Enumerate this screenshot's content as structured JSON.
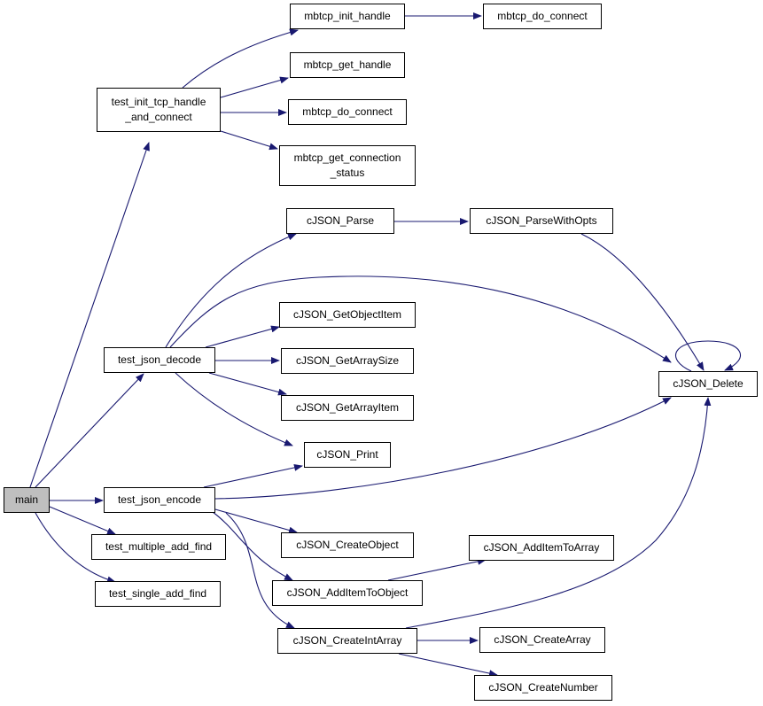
{
  "colors": {
    "edge": "#191970",
    "root_fill": "#bfbfbf",
    "node_fill": "#ffffff",
    "border": "#000000"
  },
  "nodes": [
    {
      "id": "main",
      "lines": [
        "main"
      ]
    },
    {
      "id": "test_init_tcp_handle_and_connect",
      "lines": [
        "test_init_tcp_handle",
        "_and_connect"
      ]
    },
    {
      "id": "mbtcp_init_handle",
      "lines": [
        "mbtcp_init_handle"
      ]
    },
    {
      "id": "mbtcp_do_connect_1",
      "lines": [
        "mbtcp_do_connect"
      ]
    },
    {
      "id": "mbtcp_get_handle",
      "lines": [
        "mbtcp_get_handle"
      ]
    },
    {
      "id": "mbtcp_do_connect_2",
      "lines": [
        "mbtcp_do_connect"
      ]
    },
    {
      "id": "mbtcp_get_connection_status",
      "lines": [
        "mbtcp_get_connection",
        "_status"
      ]
    },
    {
      "id": "cJSON_Parse",
      "lines": [
        "cJSON_Parse"
      ]
    },
    {
      "id": "cJSON_ParseWithOpts",
      "lines": [
        "cJSON_ParseWithOpts"
      ]
    },
    {
      "id": "cJSON_GetObjectItem",
      "lines": [
        "cJSON_GetObjectItem"
      ]
    },
    {
      "id": "test_json_decode",
      "lines": [
        "test_json_decode"
      ]
    },
    {
      "id": "cJSON_GetArraySize",
      "lines": [
        "cJSON_GetArraySize"
      ]
    },
    {
      "id": "cJSON_Delete",
      "lines": [
        "cJSON_Delete"
      ]
    },
    {
      "id": "cJSON_GetArrayItem",
      "lines": [
        "cJSON_GetArrayItem"
      ]
    },
    {
      "id": "cJSON_Print",
      "lines": [
        "cJSON_Print"
      ]
    },
    {
      "id": "test_json_encode",
      "lines": [
        "test_json_encode"
      ]
    },
    {
      "id": "cJSON_CreateObject",
      "lines": [
        "cJSON_CreateObject"
      ]
    },
    {
      "id": "test_multiple_add_find",
      "lines": [
        "test_multiple_add_find"
      ]
    },
    {
      "id": "cJSON_AddItemToArray",
      "lines": [
        "cJSON_AddItemToArray"
      ]
    },
    {
      "id": "cJSON_AddItemToObject",
      "lines": [
        "cJSON_AddItemToObject"
      ]
    },
    {
      "id": "test_single_add_find",
      "lines": [
        "test_single_add_find"
      ]
    },
    {
      "id": "cJSON_CreateIntArray",
      "lines": [
        "cJSON_CreateIntArray"
      ]
    },
    {
      "id": "cJSON_CreateArray",
      "lines": [
        "cJSON_CreateArray"
      ]
    },
    {
      "id": "cJSON_CreateNumber",
      "lines": [
        "cJSON_CreateNumber"
      ]
    }
  ],
  "edges": [
    {
      "from": "main",
      "to": "test_init_tcp_handle_and_connect"
    },
    {
      "from": "main",
      "to": "test_json_decode"
    },
    {
      "from": "main",
      "to": "test_json_encode"
    },
    {
      "from": "main",
      "to": "test_multiple_add_find"
    },
    {
      "from": "main",
      "to": "test_single_add_find"
    },
    {
      "from": "test_init_tcp_handle_and_connect",
      "to": "mbtcp_init_handle"
    },
    {
      "from": "test_init_tcp_handle_and_connect",
      "to": "mbtcp_get_handle"
    },
    {
      "from": "test_init_tcp_handle_and_connect",
      "to": "mbtcp_do_connect_2"
    },
    {
      "from": "test_init_tcp_handle_and_connect",
      "to": "mbtcp_get_connection_status"
    },
    {
      "from": "mbtcp_init_handle",
      "to": "mbtcp_do_connect_1"
    },
    {
      "from": "test_json_decode",
      "to": "cJSON_Parse"
    },
    {
      "from": "test_json_decode",
      "to": "cJSON_Delete"
    },
    {
      "from": "test_json_decode",
      "to": "cJSON_GetObjectItem"
    },
    {
      "from": "test_json_decode",
      "to": "cJSON_GetArraySize"
    },
    {
      "from": "test_json_decode",
      "to": "cJSON_GetArrayItem"
    },
    {
      "from": "test_json_decode",
      "to": "cJSON_Print"
    },
    {
      "from": "cJSON_Parse",
      "to": "cJSON_ParseWithOpts"
    },
    {
      "from": "cJSON_ParseWithOpts",
      "to": "cJSON_Delete"
    },
    {
      "from": "cJSON_Delete",
      "to": "cJSON_Delete"
    },
    {
      "from": "test_json_encode",
      "to": "cJSON_Print"
    },
    {
      "from": "test_json_encode",
      "to": "cJSON_Delete"
    },
    {
      "from": "test_json_encode",
      "to": "cJSON_CreateObject"
    },
    {
      "from": "test_json_encode",
      "to": "cJSON_AddItemToObject"
    },
    {
      "from": "test_json_encode",
      "to": "cJSON_CreateIntArray"
    },
    {
      "from": "cJSON_AddItemToObject",
      "to": "cJSON_AddItemToArray"
    },
    {
      "from": "cJSON_CreateIntArray",
      "to": "cJSON_Delete"
    },
    {
      "from": "cJSON_CreateIntArray",
      "to": "cJSON_CreateArray"
    },
    {
      "from": "cJSON_CreateIntArray",
      "to": "cJSON_CreateNumber"
    }
  ]
}
